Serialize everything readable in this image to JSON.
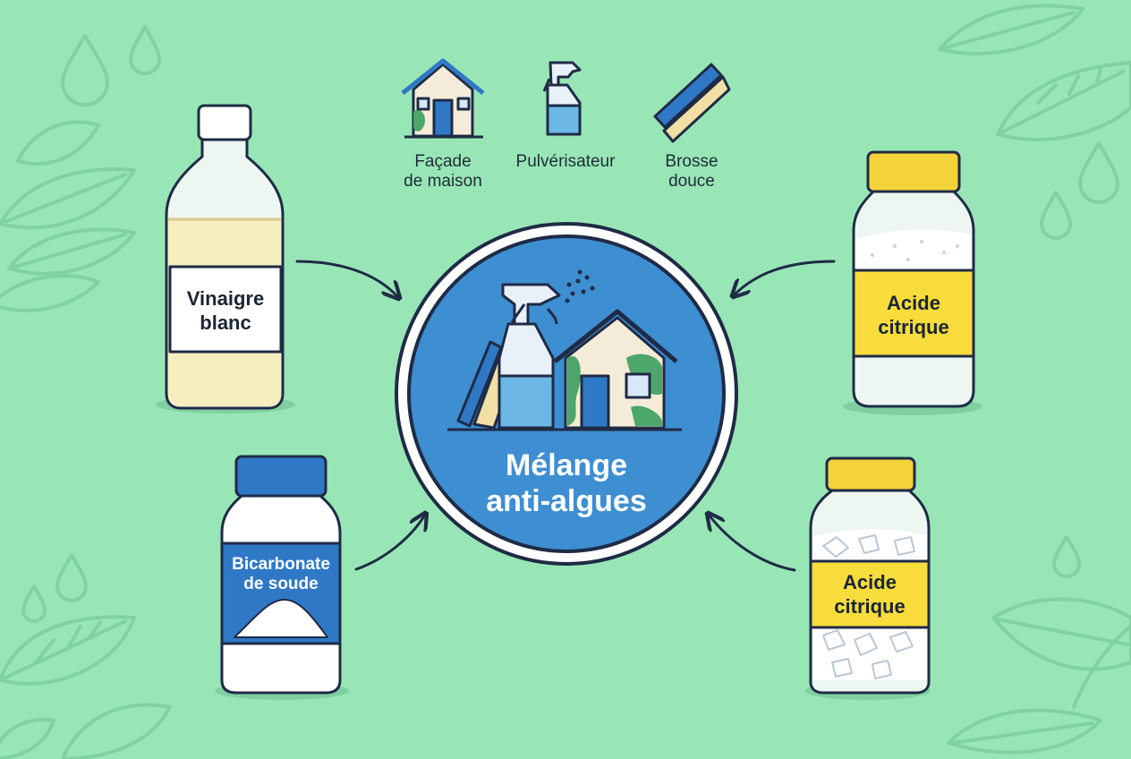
{
  "center": {
    "title_line1": "Mélange",
    "title_line2": "anti-algues"
  },
  "tools": [
    {
      "icon": "house-icon",
      "label_line1": "Façade",
      "label_line2": "de maison"
    },
    {
      "icon": "spray-bottle-icon",
      "label_line1": "Pulvérisateur",
      "label_line2": ""
    },
    {
      "icon": "brush-icon",
      "label_line1": "Brosse",
      "label_line2": "douce"
    }
  ],
  "ingredients": {
    "vinegar": {
      "label_line1": "Vinaigre",
      "label_line2": "blanc"
    },
    "baking_soda": {
      "label_line1": "Bicarbonate",
      "label_line2": "de soude"
    },
    "citric_top": {
      "label_line1": "Acide",
      "label_line2": "citrique"
    },
    "citric_bottom": {
      "label_line1": "Acide",
      "label_line2": "citrique"
    }
  },
  "colors": {
    "background": "#98e6b6",
    "center_blue": "#3e8ed2",
    "outline": "#1f2b46",
    "cap_blue": "#2f78c6",
    "cap_yellow": "#f3d23a",
    "label_yellow": "#f7dc3c",
    "decor_leaf": "#7fd3a1"
  }
}
